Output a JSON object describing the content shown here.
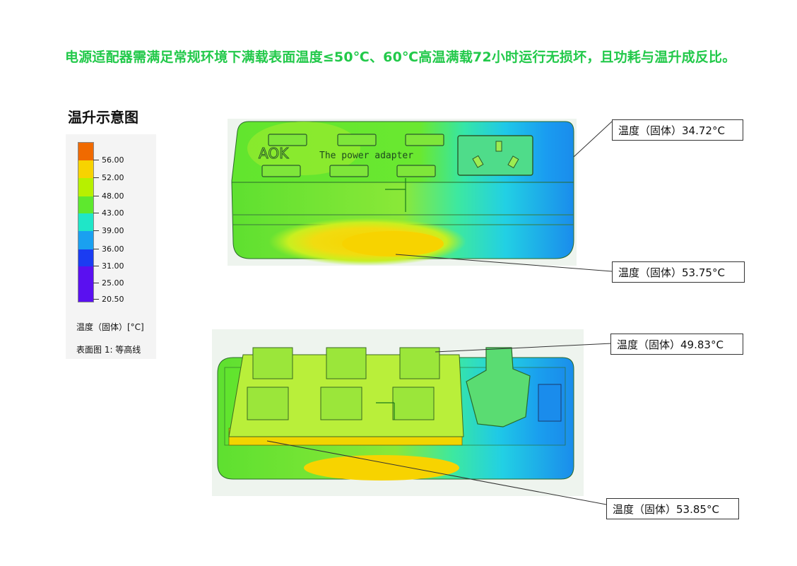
{
  "headline": "电源适配器需满足常规环境下满载表面温度≤50℃、60℃高温满载72小时运行无损坏，且功耗与温升成反比。",
  "legend": {
    "title": "温升示意图",
    "ticks": [
      "56.00",
      "52.00",
      "48.00",
      "43.00",
      "39.00",
      "36.00",
      "31.00",
      "25.00",
      "20.50"
    ],
    "colors": [
      "#f06a00",
      "#f7d300",
      "#b7f000",
      "#5ee82e",
      "#1fe6c8",
      "#1aa0f0",
      "#1b3cf2",
      "#5a10f0"
    ],
    "unit": "温度（固体）[°C]",
    "plot_name": "表面图 1: 等高线"
  },
  "product": {
    "brand": "AOK",
    "tagline": "The power adapter"
  },
  "callouts": [
    {
      "text": "温度（固体）34.72°C"
    },
    {
      "text": "温度（固体）53.75°C"
    },
    {
      "text": "温度（固体）49.83°C"
    },
    {
      "text": "温度（固体）53.85°C"
    }
  ]
}
